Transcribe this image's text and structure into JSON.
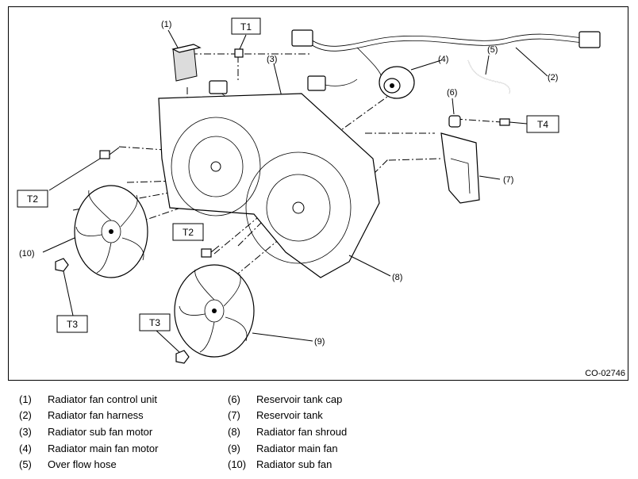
{
  "figure": {
    "code": "CO-02746",
    "callouts": [
      {
        "id": "c1",
        "text": "(1)"
      },
      {
        "id": "c2",
        "text": "(2)"
      },
      {
        "id": "c3",
        "text": "(3)"
      },
      {
        "id": "c4",
        "text": "(4)"
      },
      {
        "id": "c5",
        "text": "(5)"
      },
      {
        "id": "c6",
        "text": "(6)"
      },
      {
        "id": "c7",
        "text": "(7)"
      },
      {
        "id": "c8",
        "text": "(8)"
      },
      {
        "id": "c9",
        "text": "(9)"
      },
      {
        "id": "c10",
        "text": "(10)"
      }
    ],
    "torque_tags": {
      "t1": "T1",
      "t2a": "T2",
      "t2b": "T2",
      "t3a": "T3",
      "t3b": "T3",
      "t4": "T4"
    }
  },
  "legend": [
    {
      "num": "(1)",
      "name": "Radiator fan control unit"
    },
    {
      "num": "(2)",
      "name": "Radiator fan harness"
    },
    {
      "num": "(3)",
      "name": "Radiator sub fan motor"
    },
    {
      "num": "(4)",
      "name": "Radiator main fan motor"
    },
    {
      "num": "(5)",
      "name": "Over flow hose"
    },
    {
      "num": "(6)",
      "name": "Reservoir tank cap"
    },
    {
      "num": "(7)",
      "name": "Reservoir tank"
    },
    {
      "num": "(8)",
      "name": "Radiator fan shroud"
    },
    {
      "num": "(9)",
      "name": "Radiator main fan"
    },
    {
      "num": "(10)",
      "name": "Radiator sub fan"
    }
  ]
}
